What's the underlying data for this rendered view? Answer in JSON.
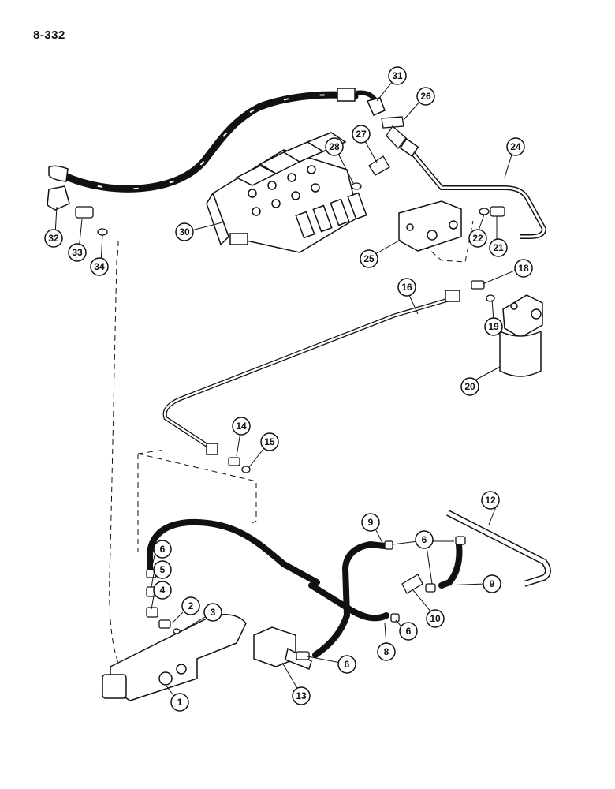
{
  "page": {
    "number": "8-332"
  },
  "callouts": [
    {
      "label": "1"
    },
    {
      "label": "2"
    },
    {
      "label": "3"
    },
    {
      "label": "4"
    },
    {
      "label": "5"
    },
    {
      "label": "6"
    },
    {
      "label": "6"
    },
    {
      "label": "6"
    },
    {
      "label": "6"
    },
    {
      "label": "8"
    },
    {
      "label": "9"
    },
    {
      "label": "9"
    },
    {
      "label": "10"
    },
    {
      "label": "12"
    },
    {
      "label": "13"
    },
    {
      "label": "14"
    },
    {
      "label": "15"
    },
    {
      "label": "16"
    },
    {
      "label": "18"
    },
    {
      "label": "19"
    },
    {
      "label": "20"
    },
    {
      "label": "21"
    },
    {
      "label": "22"
    },
    {
      "label": "24"
    },
    {
      "label": "25"
    },
    {
      "label": "26"
    },
    {
      "label": "27"
    },
    {
      "label": "28"
    },
    {
      "label": "30"
    },
    {
      "label": "31"
    },
    {
      "label": "32"
    },
    {
      "label": "33"
    },
    {
      "label": "34"
    }
  ]
}
